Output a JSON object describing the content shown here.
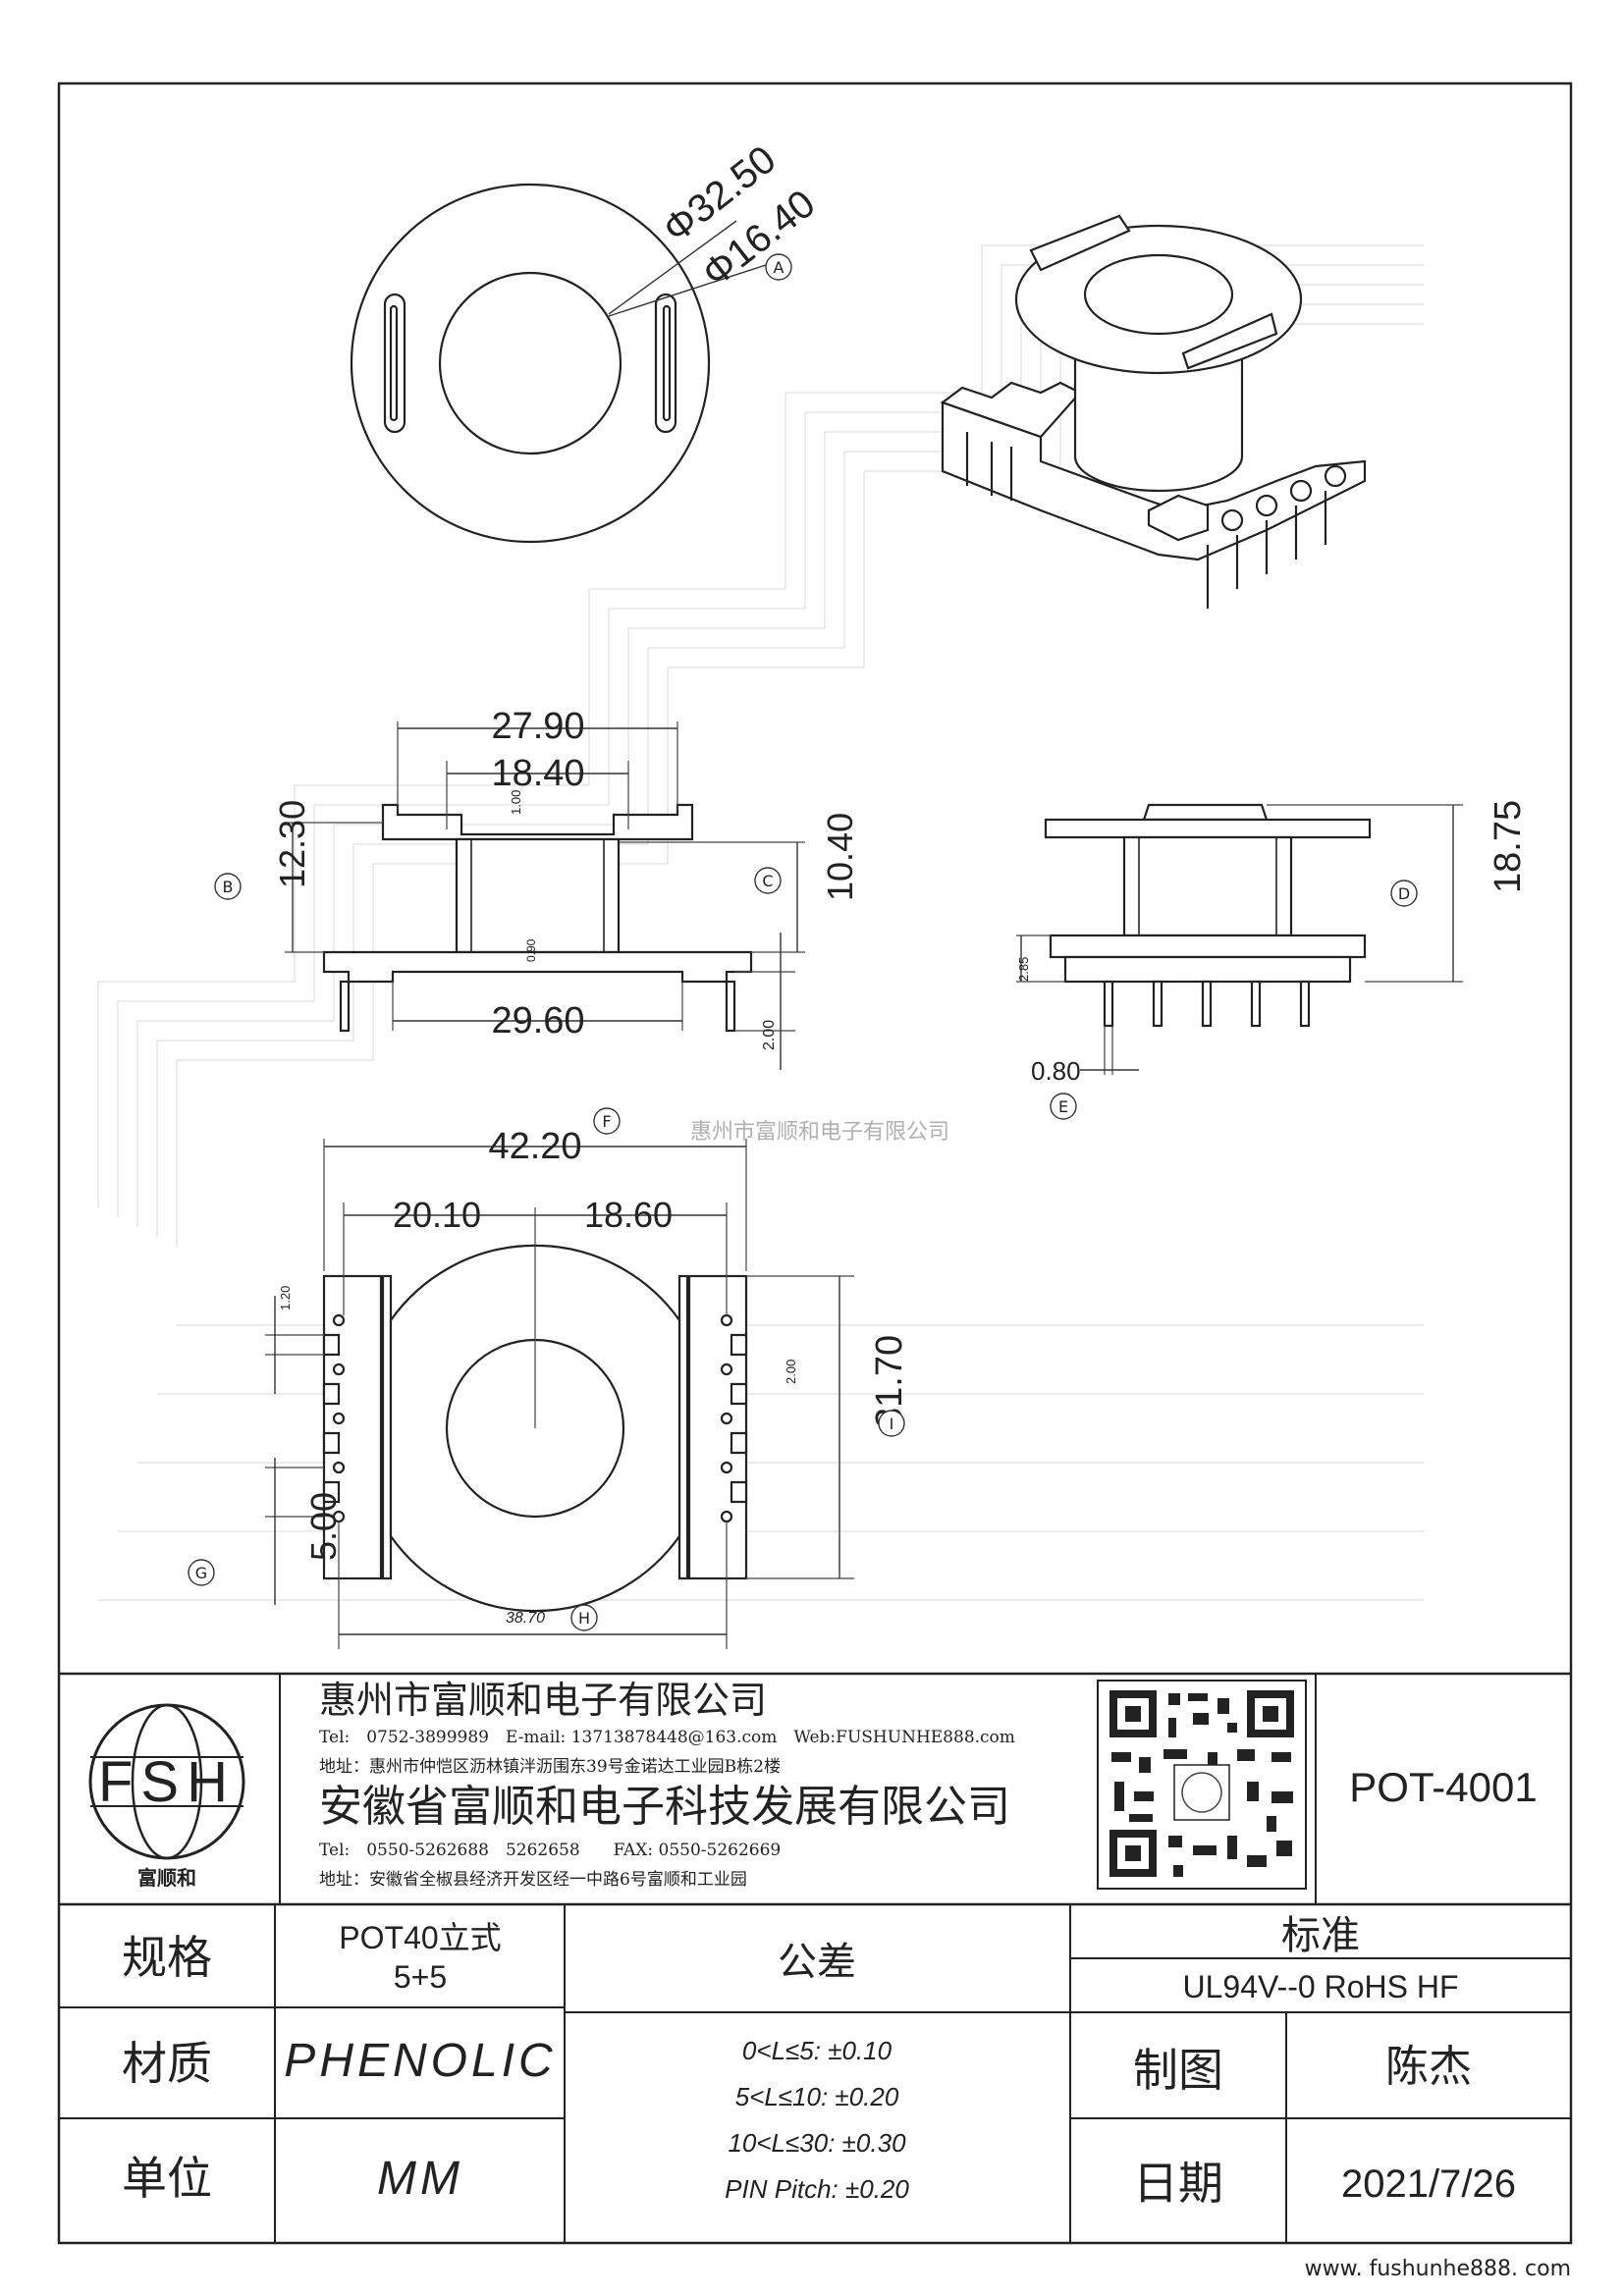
{
  "drawing": {
    "dimensions": {
      "dia_outer": "Φ32.50",
      "dia_inner": "Φ16.40",
      "w_top_outer": "27.90",
      "w_top_inner": "18.40",
      "h_left": "12.30",
      "h_right": "10.40",
      "w_base": "29.60",
      "t_flange": "1.00",
      "t_base": "0.90",
      "pin_len": "2.00",
      "side_height": "18.75",
      "side_h_small": "2.85",
      "pin_w": "0.80",
      "w_total": "42.20",
      "w_left": "20.10",
      "w_right": "18.60",
      "pin_step": "1.20",
      "pin_gap": "2.00",
      "h_total": "31.70",
      "pitch": "5.00",
      "w_pins": "38.70"
    },
    "callouts": [
      "A",
      "B",
      "C",
      "D",
      "E",
      "F",
      "G",
      "H",
      "I"
    ],
    "watermark_center": "惠州市富顺和电子有限公司"
  },
  "titleblock": {
    "logo_letters": "FSH",
    "logo_caption": "富顺和",
    "company1": "惠州市富顺和电子有限公司",
    "contact1": "Tel:　0752-3899989　E-mail: 13713878448@163.com　Web:FUSHUNHE888.com",
    "address1": "地址：惠州市仲恺区沥林镇泮沥围东39号金诺达工业园B栋2楼",
    "company2": "安徽省富顺和电子科技发展有限公司",
    "contact2": "Tel:　0550-5262688　5262658　　FAX: 0550-5262669",
    "address2": "地址：安徽省全椒县经济开发区经一中路6号富顺和工业园",
    "part_no": "POT-4001",
    "rows": {
      "spec_label": "规格",
      "spec_value_1": "POT40立式",
      "spec_value_2": "5+5",
      "material_label": "材质",
      "material_value": "PHENOLIC",
      "unit_label": "单位",
      "unit_value": "MM",
      "tolerance_label": "公差",
      "tolerances": [
        "0<L≤5: ±0.10",
        "5<L≤10: ±0.20",
        "10<L≤30: ±0.30",
        "PIN Pitch: ±0.20"
      ],
      "standard_label": "标准",
      "standard_value": "UL94V--0  RoHS HF",
      "drawn_label": "制图",
      "drawn_value": "陈杰",
      "date_label": "日期",
      "date_value": "2021/7/26"
    },
    "website": "www. fushunhe888. com"
  }
}
